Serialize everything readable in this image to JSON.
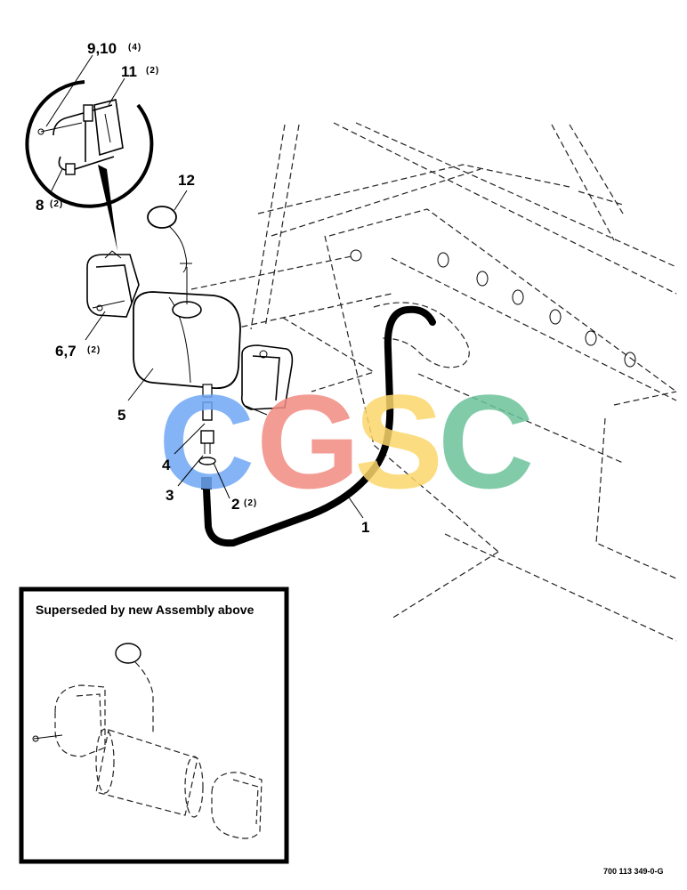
{
  "callouts": {
    "c9_10": {
      "num": "9,10",
      "qty": "(4)"
    },
    "c11": {
      "num": "11",
      "qty": "(2)"
    },
    "c8": {
      "num": "8",
      "qty": "(2)"
    },
    "c12": {
      "num": "12",
      "qty": ""
    },
    "c6_7": {
      "num": "6,7",
      "qty": "(2)"
    },
    "c5": {
      "num": "5",
      "qty": ""
    },
    "c4": {
      "num": "4",
      "qty": ""
    },
    "c3": {
      "num": "3",
      "qty": ""
    },
    "c2": {
      "num": "2",
      "qty": "(2)"
    },
    "c1": {
      "num": "1",
      "qty": ""
    }
  },
  "inset": {
    "title": "Superseded by new Assembly above"
  },
  "watermark": {
    "letters": [
      "C",
      "G",
      "S",
      "C"
    ],
    "colors": [
      "#6fa8f5",
      "#f28b82",
      "#fcd66b",
      "#6cc29b"
    ]
  },
  "doc_number": "700 113 349-0-G"
}
